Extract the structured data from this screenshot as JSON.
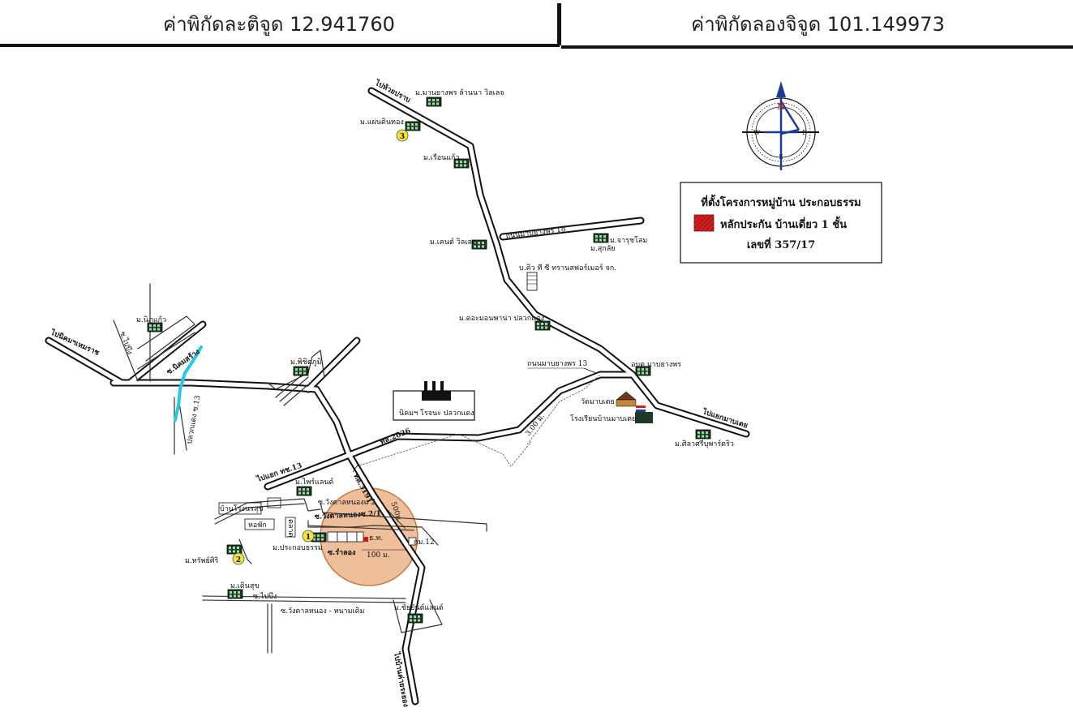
{
  "header": {
    "latitude": "ค่าพิกัดละติจูด 12.941760",
    "longitude": "ค่าพิกัดลองจิจูด 101.149973"
  },
  "compass": {
    "n": "N",
    "s": "S",
    "e": "E",
    "w": "W"
  },
  "legend": {
    "line1": "ที่ตั้งโครงการหมู่บ้าน ประกอบธรรม",
    "line2": "หลักประกัน บ้านเดี่ยว 1 ชั้น",
    "line3": "เลขที่ 357/17",
    "marker_color": "#d42020"
  },
  "markers": {
    "m1": "1",
    "m2": "2",
    "m3": "3"
  },
  "labels": {
    "to_huay_prab": "ไปห้วยปราบ",
    "manasawan": "ม.มานยางพร ล้านนา วิลเลจ",
    "phaen_din_thong": "ม.แผ่นดินทอง",
    "ruean_kaew": "ม.เรือนแก้ว",
    "road_18": "ถนนมาบยางพร 18",
    "kent_villa": "ม.เคนต์ วิลเลจ",
    "charusiri": "ม.จารุชโสม",
    "suk_lak": "ม.สุกลัย",
    "factory_co": "บ.คิว ที ซี ทรานสฟอร์เมอร์ จก.",
    "diamond": "ม.ดอะมอนพาน่า ปลวกแดง",
    "road_13": "ถนนมาบยางพร 13",
    "obt": "อบต.มาบยางพร",
    "wat": "วัดมาบเตย",
    "school": "โรงเรียนบ้านมาบเตย",
    "to_map_tei": "ไปแยกมาบเตย",
    "siri_phat": "ม.ศิลาศรีบุพาร์ตริว",
    "industrial": "นิคมฯ โรจนะ ปลวกแดง",
    "road_3_dist": "3.00 ม.",
    "nipon": "ม.นิภูแก้ว",
    "to_nikhom": "ไปนิคมฯเหมราช",
    "soi_banbueng": "ซ.ไปบึง",
    "soi_nikhom": "ซ.นิคมสร้าง",
    "pluakdaeng_13": "ปลวกแดง ซ.13",
    "phichit": "ม.พิชิตภูมิ",
    "rd_2026": "ทล.2026",
    "to_yaek": "ไปแยก ทช.13",
    "phai_land": "ม.ไพร์แลนด์",
    "ban_rom_suk": "บ้านโรงนรสุข",
    "tang_dok": "หอพัก",
    "talad": "ตลาด",
    "soi_wang": "ซ.วังตาลหนองแ 2",
    "soi_wang2": "ซ.วังตาลหนองซ.2/1",
    "prakop": "ม.ประกอบธรรม",
    "sap_siri": "ม.ทรัพย์ศิริ",
    "soi_ramlong": "ซ.รำลอง",
    "dist_100": "100 ม.",
    "km12": "กม.12",
    "dist_500": "500ม.",
    "rd_3191": "ทล.3191",
    "noen_sukh": "ม.เดินสุข",
    "soi_bueng": "ซ.ไปบึง",
    "road_wang": "ซ.วังตาลหนอง - หนามเดิม",
    "chaiyan": "ม.ชัยยันต์แลนด์",
    "to_ban_khai": "ไปบ้านค่ายระยอง",
    "pole": "ธ.ท."
  },
  "colors": {
    "circle_fill": "#efbf9c",
    "circle_stroke": "#c77a3f",
    "water": "#29c8e8",
    "marker": "#f2e43a"
  }
}
